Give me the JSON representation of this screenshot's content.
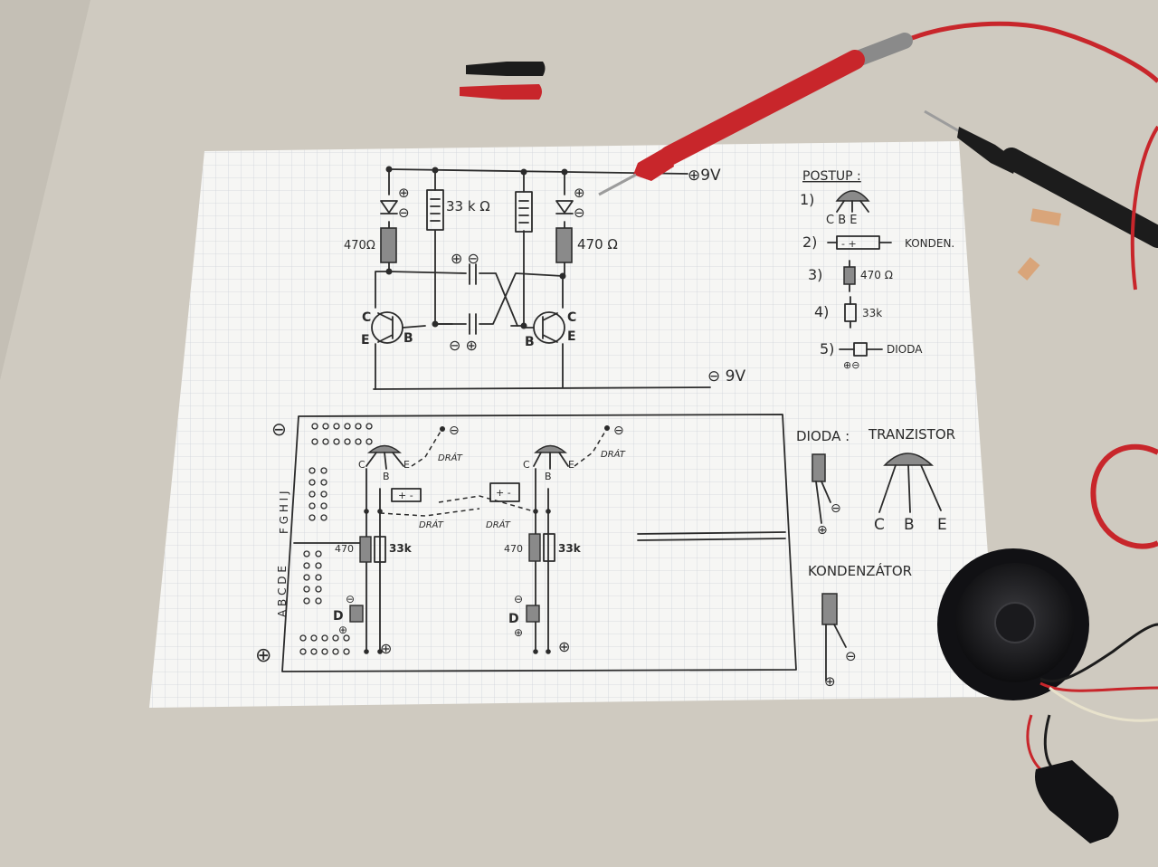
{
  "schematic": {
    "plus_9v": "⊕9V",
    "minus_9v": "⊖ 9V",
    "r_33k_label": "33 k Ω",
    "r_470_left": "470Ω",
    "r_470_right": "470 Ω",
    "cap_top_marks": "⊕ ⊖",
    "cap_bottom_marks": "⊖ ⊕",
    "led_plus": "⊕",
    "led_minus": "⊖",
    "t1_c": "C",
    "t1_e": "E",
    "t1_b": "B",
    "t2_c": "C",
    "t2_e": "E",
    "t2_b": "B"
  },
  "postup": {
    "title": "POSTUP :",
    "steps": [
      {
        "num": "1)",
        "label": "C B E"
      },
      {
        "num": "2)",
        "label": "KONDEN."
      },
      {
        "num": "3)",
        "label": "470 Ω"
      },
      {
        "num": "4)",
        "label": "33k"
      },
      {
        "num": "5)",
        "label": "DIODA"
      }
    ],
    "step2_marks": "- +",
    "step5_marks": "⊕⊖"
  },
  "legend": {
    "dioda": "DIODA :",
    "tranzistor": "TRANZISTOR",
    "tranzistor_pins": [
      "C",
      "B",
      "E"
    ],
    "kondenzator": "KONDENZÁTOR",
    "minus": "⊖",
    "plus": "⊕"
  },
  "breadboard": {
    "minus_rail": "⊖",
    "plus_rail": "⊕",
    "rows_upper": "F G H I J",
    "rows_lower": "A B C D E",
    "wire_label": "DRÁT",
    "r470": "470",
    "r33k": "33k",
    "diode_label": "D",
    "cap_marks": "+ -",
    "pin_c": "C",
    "pin_b": "B",
    "pin_e": "E"
  },
  "colors": {
    "desk": "#cfcac0",
    "paper": "#f6f6f4",
    "grid": "#cfd4da",
    "ink": "#2b2b2b",
    "probe_red": "#c8262b",
    "probe_black": "#1c1c1c"
  },
  "objects": [
    "red-multimeter-probe",
    "black-multimeter-probe",
    "probe-caps",
    "speaker",
    "battery-snap"
  ]
}
